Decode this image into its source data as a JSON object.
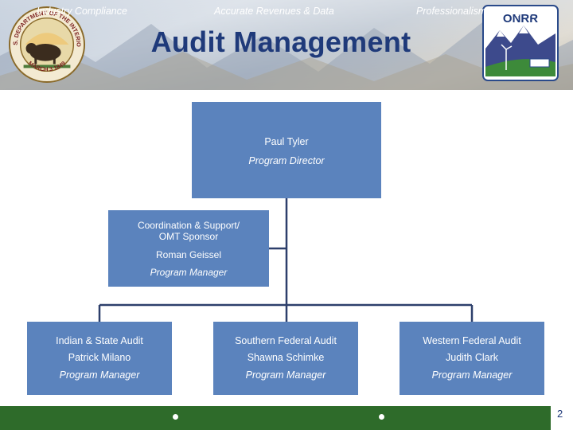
{
  "header": {
    "title": "Audit Management",
    "seal_icon": "interior-department-seal-icon",
    "seal_text_top": "U.S. DEPARTMENT OF THE INTERIOR",
    "seal_text_bottom": "MARCH 3 1849",
    "logo_icon": "onrr-logo-icon",
    "logo_text": "ONRR"
  },
  "org": {
    "director": {
      "name": "Paul Tyler",
      "role": "Program Director"
    },
    "coordination": {
      "unit_line1": "Coordination & Support/",
      "unit_line2": "OMT Sponsor",
      "name": "Roman Geissel",
      "role": "Program Manager"
    },
    "subunits": [
      {
        "unit": "Indian & State Audit",
        "name": "Patrick Milano",
        "role": "Program Manager"
      },
      {
        "unit": "Southern Federal Audit",
        "name": "Shawna Schimke",
        "role": "Program Manager"
      },
      {
        "unit": "Western Federal Audit",
        "name": "Judith Clark",
        "role": "Program Manager"
      }
    ]
  },
  "footer": {
    "items": [
      "Industry Compliance",
      "Accurate Revenues & Data",
      "Professionalism & Integrity"
    ],
    "page_number": "2"
  },
  "colors": {
    "box_fill": "#5b83bd",
    "title": "#1f3a7a",
    "footer_bar": "#2e6b2a",
    "connector": "#2d3f6b"
  }
}
